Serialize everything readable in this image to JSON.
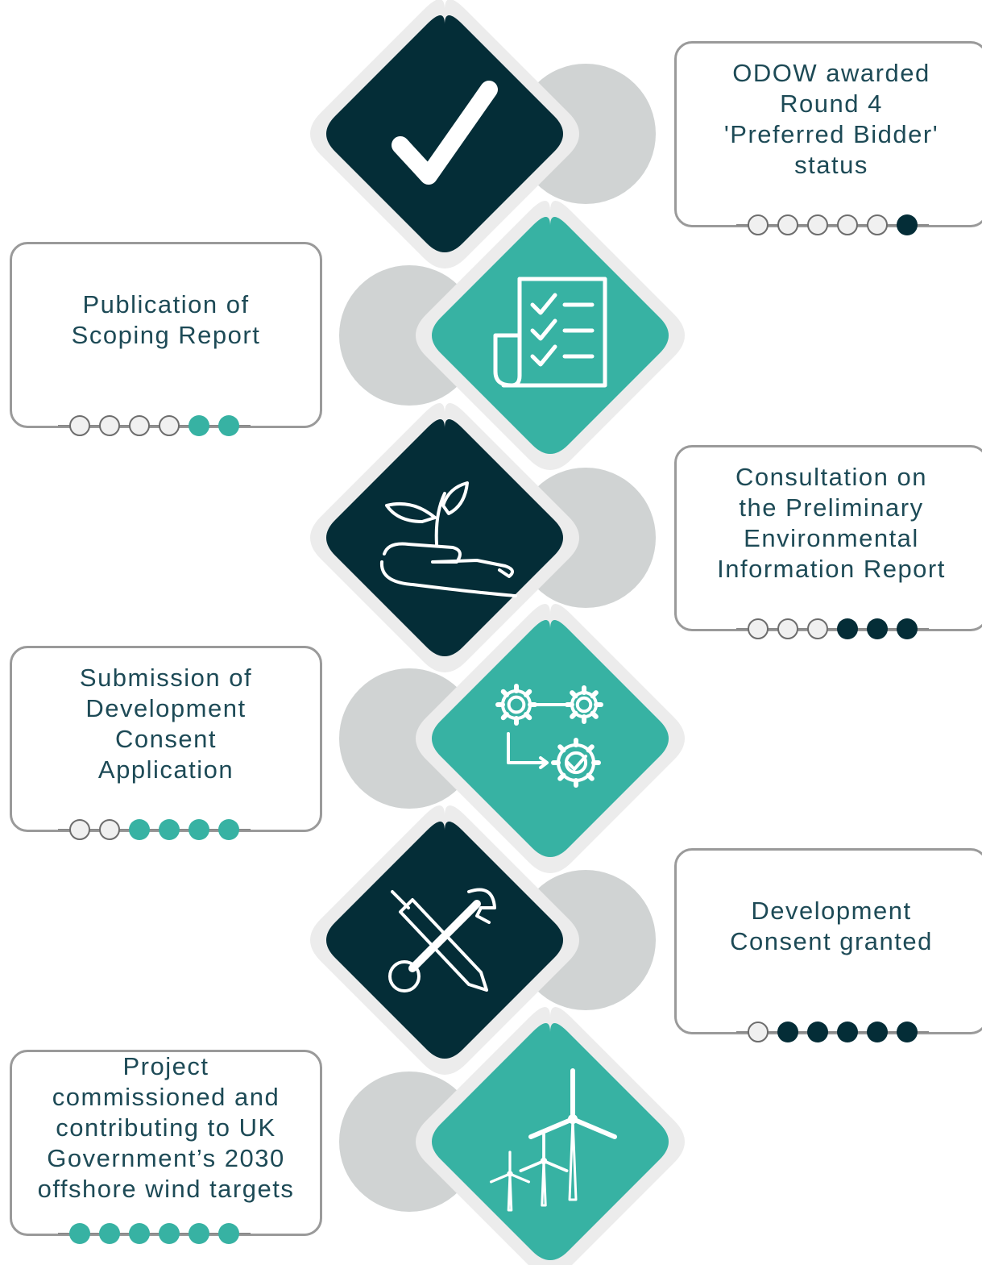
{
  "colors": {
    "dark": "#042d37",
    "teal": "#37b2a3",
    "gray_circle": "#d0d3d3",
    "shadow": "#ececec",
    "text": "#1d4a56"
  },
  "steps": [
    {
      "text": "ODOW awarded\nRound 4\n'Preferred Bidder'\nstatus",
      "filled": 1,
      "icon": "checkmark-icon"
    },
    {
      "text": "Publication of\nScoping Report",
      "filled": 2,
      "icon": "checklist-document-icon"
    },
    {
      "text": "Consultation on\nthe Preliminary\nEnvironmental\nInformation Report",
      "filled": 3,
      "icon": "plant-in-hand-icon"
    },
    {
      "text": "Submission of\nDevelopment\nConsent\nApplication",
      "filled": 4,
      "icon": "gears-process-icon"
    },
    {
      "text": "Development\nConsent granted",
      "filled": 5,
      "icon": "tools-icon"
    },
    {
      "text": "Project\ncommissioned and\ncontributing to UK\nGovernment’s 2030\noffshore wind targets",
      "filled": 6,
      "icon": "wind-turbines-icon"
    }
  ]
}
